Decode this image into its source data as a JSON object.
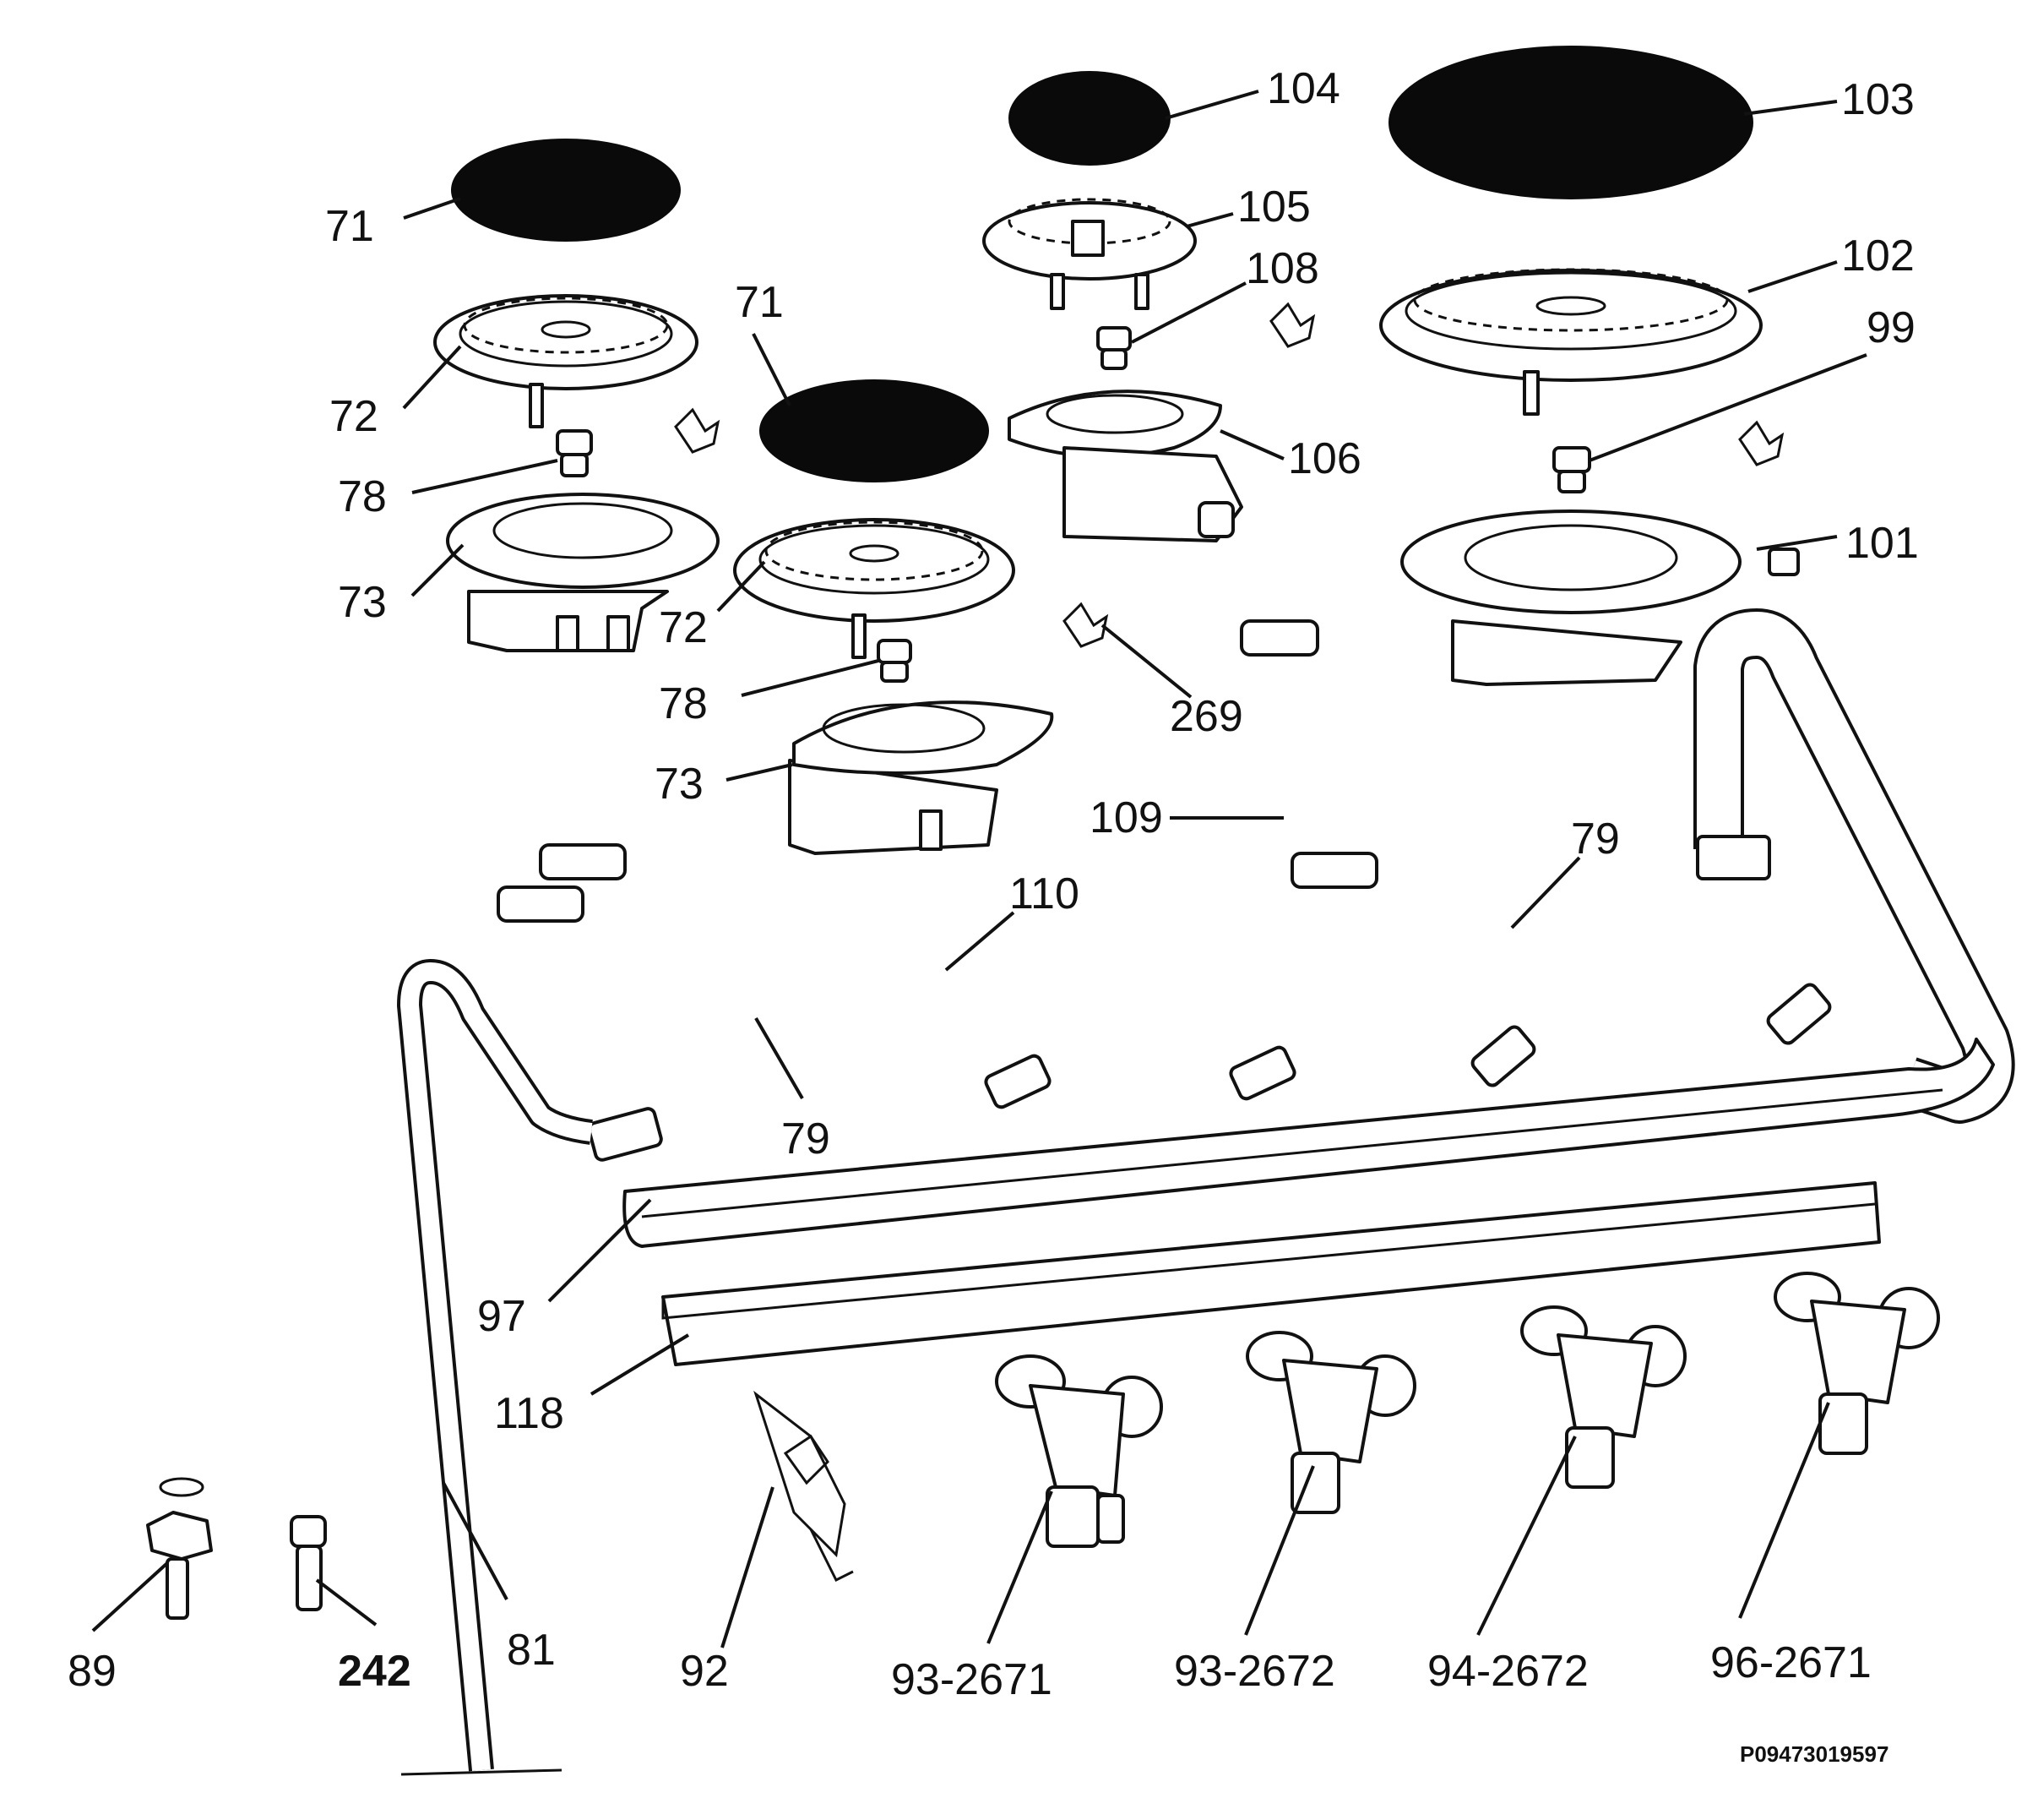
{
  "callouts": {
    "c71a": "71",
    "c71b": "71",
    "c72a": "72",
    "c72b": "72",
    "c78a": "78",
    "c78b": "78",
    "c73a": "73",
    "c73b": "73",
    "c104": "104",
    "c103": "103",
    "c105": "105",
    "c102": "102",
    "c108": "108",
    "c99": "99",
    "c106": "106",
    "c101": "101",
    "c269": "269",
    "c109": "109",
    "c79a": "79",
    "c79b": "79",
    "c110": "110",
    "c97": "97",
    "c118": "118",
    "c89": "89",
    "c242": "242",
    "c81": "81",
    "c92": "92",
    "c93_2671": "93-2671",
    "c93_2672": "93-2672",
    "c94_2672": "94-2672",
    "c96_2671": "96-2671"
  },
  "reference_code": "P09473019597"
}
